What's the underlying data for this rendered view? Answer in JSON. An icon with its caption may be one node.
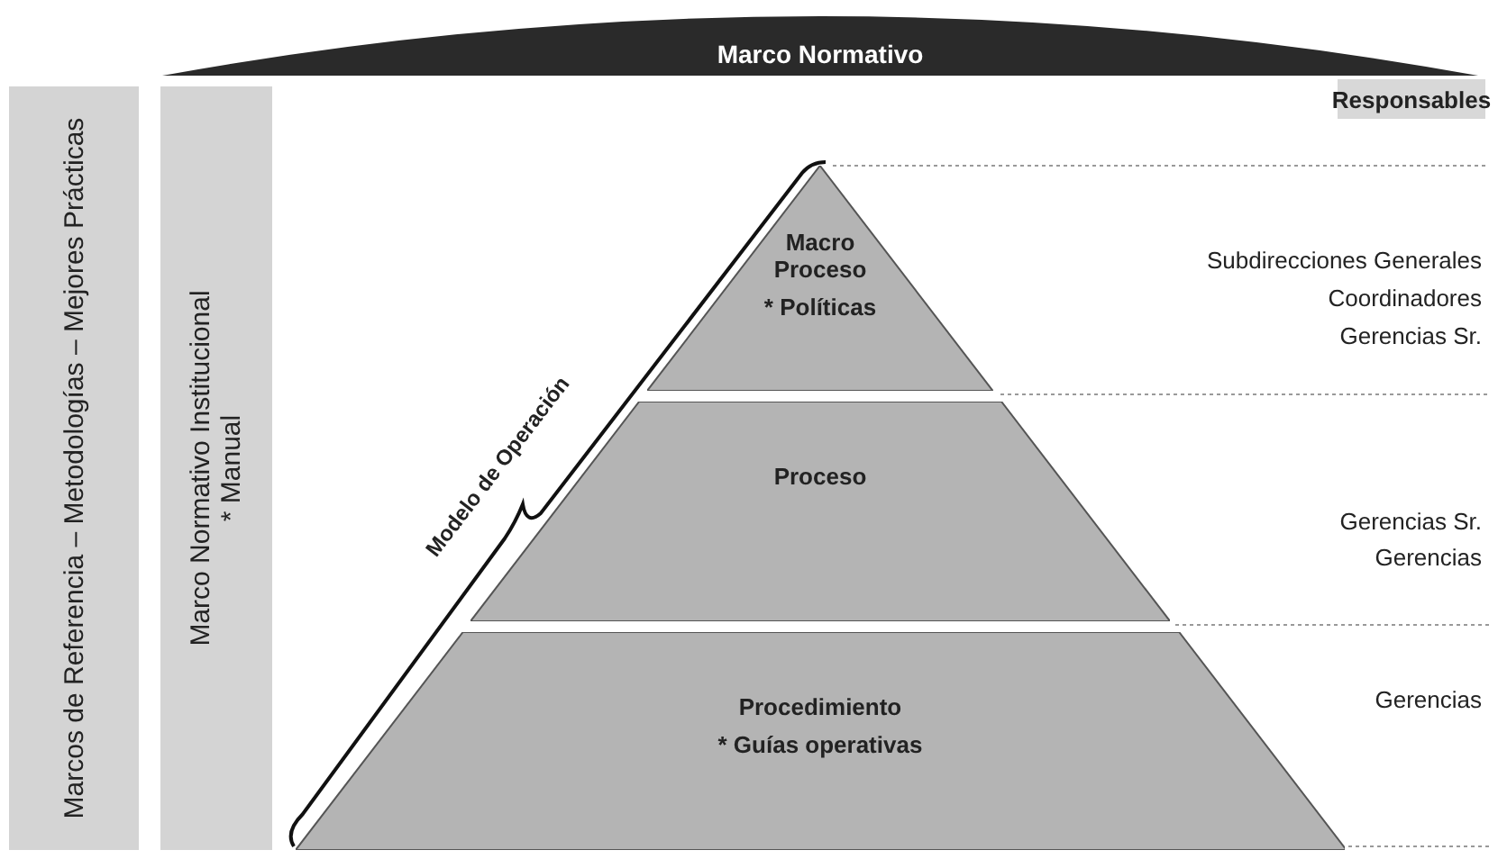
{
  "diagram": {
    "nodes": [
      {
        "text": [
          "Marco Normativo"
        ]
      },
      {
        "text": [
          "Marcos de Referencia – Metodologías – Mejores Prácticas"
        ]
      },
      {
        "text": [
          "Marco Normativo Institucional",
          "* Manual"
        ]
      },
      {
        "text": [
          "Responsables"
        ]
      },
      {
        "text": [
          "Macro Proceso",
          "* Políticas"
        ]
      },
      {
        "text": [
          "Proceso"
        ]
      },
      {
        "text": [
          "Procedimiento",
          "* Guías operativas"
        ]
      }
    ],
    "edges": [],
    "labels": [
      "Modelo de Operación",
      "Subdirecciones Generales",
      "Coordinadores",
      "Gerencias Sr.",
      "Gerencias Sr.",
      "Gerencias",
      "Gerencias"
    ]
  }
}
